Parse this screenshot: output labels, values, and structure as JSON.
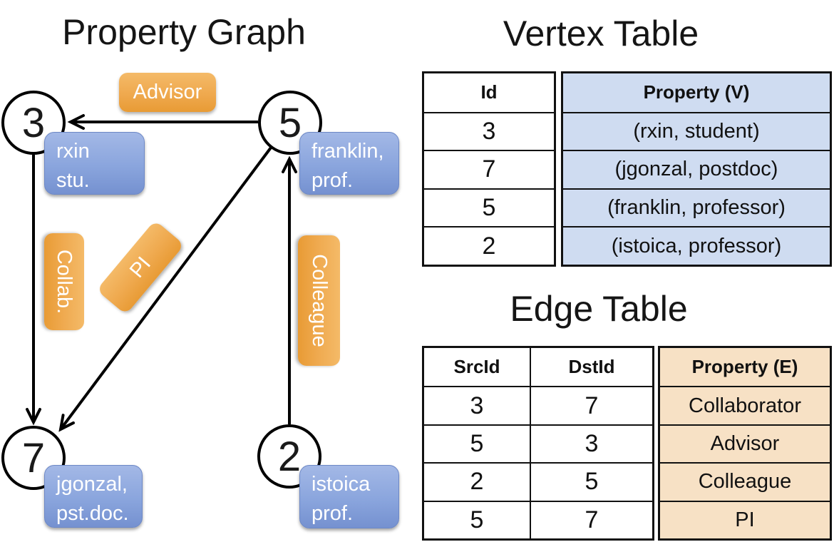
{
  "graph": {
    "title": "Property Graph",
    "nodes": [
      {
        "id": "3",
        "property_lines": [
          "rxin",
          "stu."
        ]
      },
      {
        "id": "5",
        "property_lines": [
          "franklin,",
          "prof."
        ]
      },
      {
        "id": "7",
        "property_lines": [
          "jgonzal,",
          "pst.doc."
        ]
      },
      {
        "id": "2",
        "property_lines": [
          "istoica",
          "prof."
        ]
      }
    ],
    "edge_labels": {
      "advisor": "Advisor",
      "collab": "Collab.",
      "pi": "PI",
      "colleague": "Colleague"
    }
  },
  "vertex_table": {
    "title": "Vertex Table",
    "headers": {
      "id": "Id",
      "property": "Property (V)"
    },
    "rows": [
      {
        "id": "3",
        "property": "(rxin, student)"
      },
      {
        "id": "7",
        "property": "(jgonzal, postdoc)"
      },
      {
        "id": "5",
        "property": "(franklin, professor)"
      },
      {
        "id": "2",
        "property": "(istoica, professor)"
      }
    ]
  },
  "edge_table": {
    "title": "Edge Table",
    "headers": {
      "src": "SrcId",
      "dst": "DstId",
      "property": "Property (E)"
    },
    "rows": [
      {
        "src": "3",
        "dst": "7",
        "property": "Collaborator"
      },
      {
        "src": "5",
        "dst": "3",
        "property": "Advisor"
      },
      {
        "src": "2",
        "dst": "5",
        "property": "Colleague"
      },
      {
        "src": "5",
        "dst": "7",
        "property": "PI"
      }
    ]
  },
  "colors": {
    "vertex_property_box": "#8aa5dd",
    "edge_label_box": "#efa94e",
    "vertex_table_cell": "#cfdcf1",
    "edge_table_cell": "#f7e1c5",
    "line": "#000000"
  }
}
